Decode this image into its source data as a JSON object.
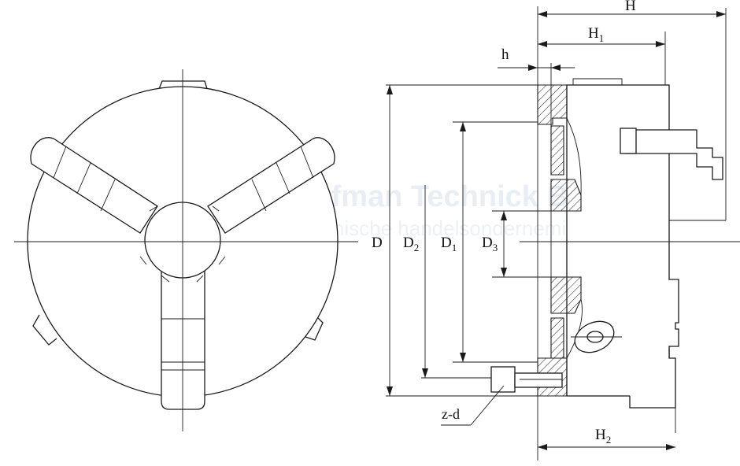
{
  "watermark": {
    "company": "Hofman Technick B.V.",
    "tagline": "Technische handelsonderneming"
  },
  "dimensions": {
    "H": "H",
    "H1": "H",
    "H1_sub": "1",
    "H2": "H",
    "H2_sub": "2",
    "h": "h",
    "D": "D",
    "D2": "D",
    "D2_sub": "2",
    "D1": "D",
    "D1_sub": "1",
    "D3": "D",
    "D3_sub": "3",
    "zd": "z-d"
  }
}
